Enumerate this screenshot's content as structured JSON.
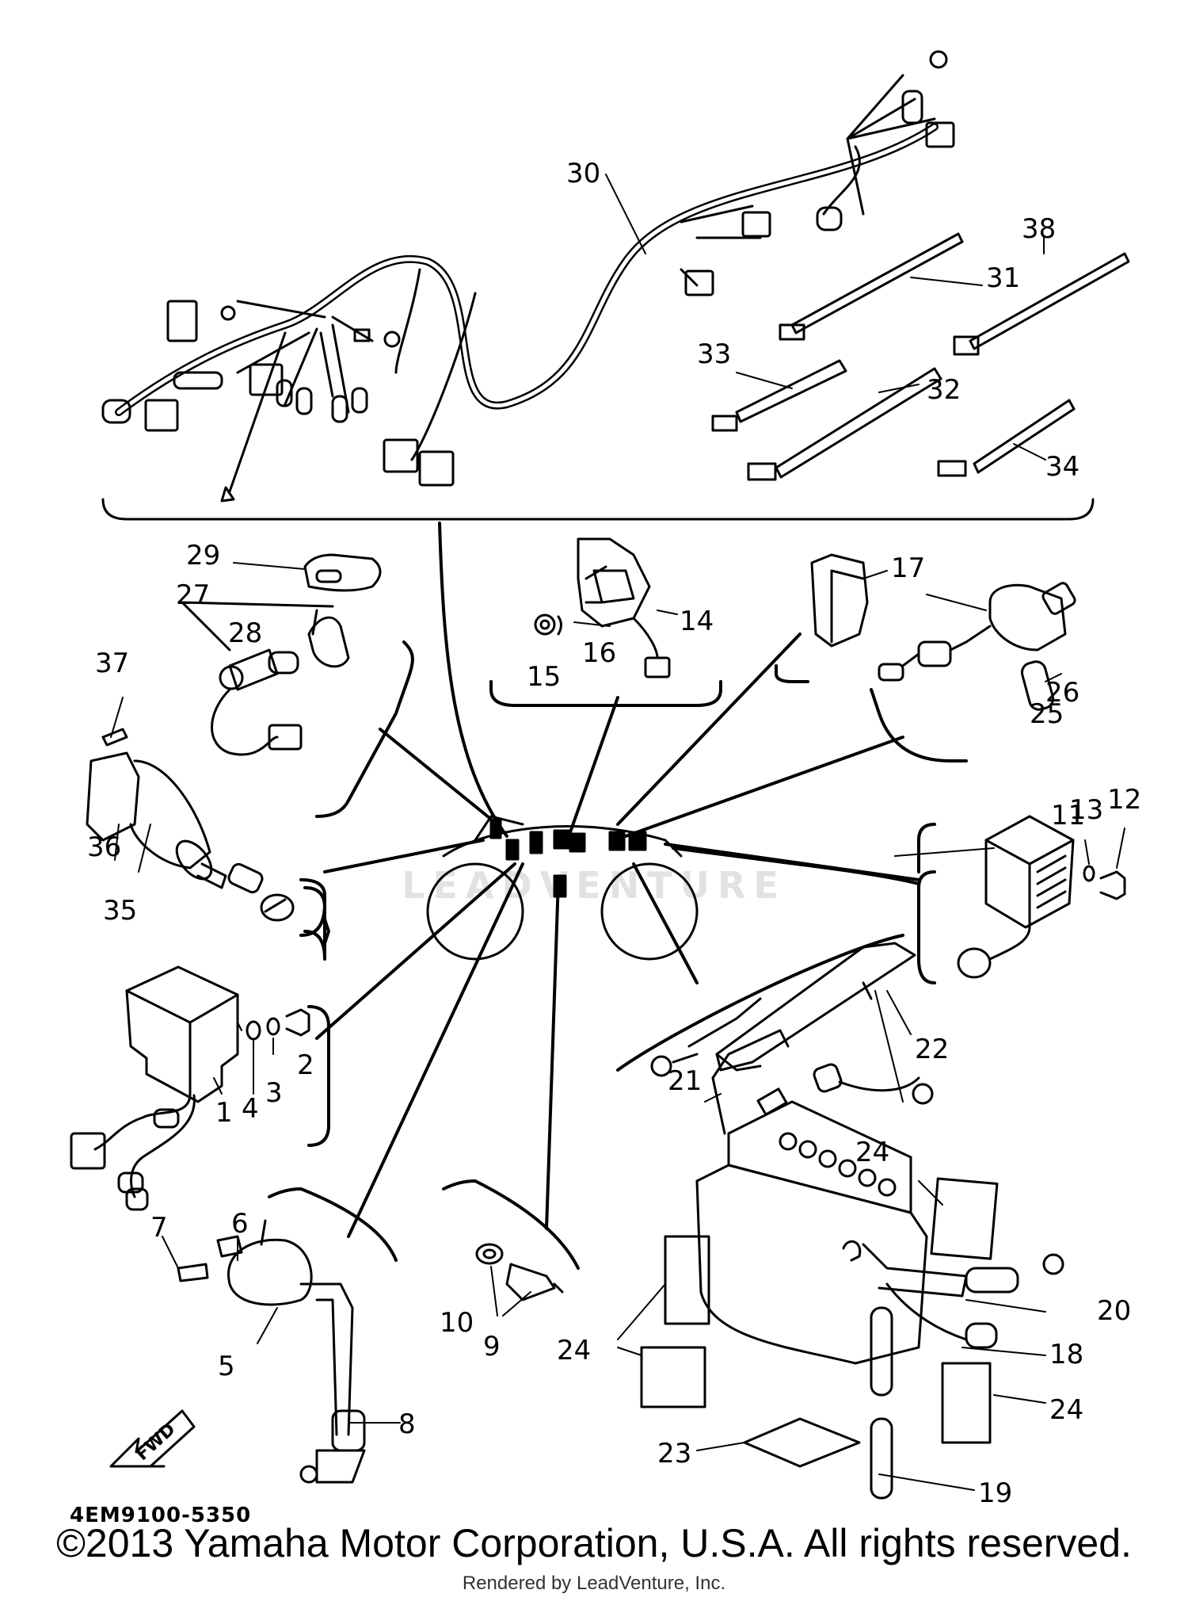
{
  "diagram": {
    "part_code": "4EM9100-5350",
    "fwd_label": "FWD",
    "watermark": "LEADVENTURE",
    "copyright": "©2013 Yamaha Motor Corporation, U.S.A. All rights reserved.",
    "rendered_by": "Rendered by LeadVenture, Inc.",
    "callouts": [
      {
        "id": "c1",
        "text": "1"
      },
      {
        "id": "c2",
        "text": "2"
      },
      {
        "id": "c3",
        "text": "3"
      },
      {
        "id": "c4",
        "text": "4"
      },
      {
        "id": "c5",
        "text": "5"
      },
      {
        "id": "c6",
        "text": "6"
      },
      {
        "id": "c7",
        "text": "7"
      },
      {
        "id": "c8",
        "text": "8"
      },
      {
        "id": "c9",
        "text": "9"
      },
      {
        "id": "c10",
        "text": "10"
      },
      {
        "id": "c11",
        "text": "11"
      },
      {
        "id": "c12",
        "text": "12"
      },
      {
        "id": "c13",
        "text": "13"
      },
      {
        "id": "c14",
        "text": "14"
      },
      {
        "id": "c15",
        "text": "15"
      },
      {
        "id": "c16",
        "text": "16"
      },
      {
        "id": "c17",
        "text": "17"
      },
      {
        "id": "c18",
        "text": "18"
      },
      {
        "id": "c19",
        "text": "19"
      },
      {
        "id": "c20",
        "text": "20"
      },
      {
        "id": "c21",
        "text": "21"
      },
      {
        "id": "c22",
        "text": "22"
      },
      {
        "id": "c23",
        "text": "23"
      },
      {
        "id": "c24a",
        "text": "24"
      },
      {
        "id": "c24b",
        "text": "24"
      },
      {
        "id": "c24c",
        "text": "24"
      },
      {
        "id": "c25",
        "text": "25"
      },
      {
        "id": "c26",
        "text": "26"
      },
      {
        "id": "c27",
        "text": "27"
      },
      {
        "id": "c28",
        "text": "28"
      },
      {
        "id": "c29",
        "text": "29"
      },
      {
        "id": "c30",
        "text": "30"
      },
      {
        "id": "c31",
        "text": "31"
      },
      {
        "id": "c32",
        "text": "32"
      },
      {
        "id": "c33",
        "text": "33"
      },
      {
        "id": "c34",
        "text": "34"
      },
      {
        "id": "c35",
        "text": "35"
      },
      {
        "id": "c36",
        "text": "36"
      },
      {
        "id": "c37",
        "text": "37"
      },
      {
        "id": "c38",
        "text": "38"
      }
    ]
  }
}
